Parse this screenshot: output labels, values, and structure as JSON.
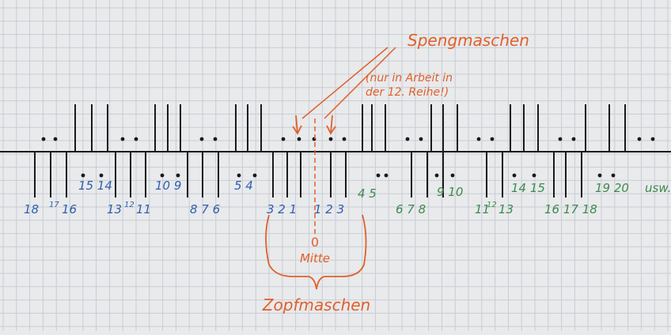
{
  "annotations": {
    "top_label": "Spengmaschen",
    "note_line1": "(nur in Arbeit in",
    "note_line2": "der 12. Reihe!)",
    "center_zero": "0",
    "center_label": "Mitte",
    "bottom_label": "Zopfmaschen"
  },
  "numbers": {
    "left": [
      {
        "text": "18",
        "color": "blue"
      },
      {
        "text": "17",
        "color": "blue",
        "small": true
      },
      {
        "text": "16",
        "color": "blue"
      },
      {
        "text": "15 14",
        "color": "blue"
      },
      {
        "text": "13",
        "color": "blue"
      },
      {
        "text": "12",
        "color": "blue",
        "small": true
      },
      {
        "text": "11",
        "color": "blue"
      },
      {
        "text": "10 9",
        "color": "blue"
      },
      {
        "text": "8 7 6",
        "color": "blue"
      },
      {
        "text": "5 4",
        "color": "blue"
      },
      {
        "text": "3 2 1",
        "color": "blue"
      }
    ],
    "right": [
      {
        "text": "1 2 3",
        "color": "blue"
      },
      {
        "text": "4 5",
        "color": "green"
      },
      {
        "text": "6 7 8",
        "color": "green"
      },
      {
        "text": "9 10",
        "color": "green"
      },
      {
        "text": "11",
        "color": "green"
      },
      {
        "text": "12",
        "color": "green",
        "small": true
      },
      {
        "text": "13",
        "color": "green"
      },
      {
        "text": "14 15",
        "color": "green"
      },
      {
        "text": "16 17 18",
        "color": "green"
      },
      {
        "text": "19 20",
        "color": "green"
      },
      {
        "text": "usw.",
        "color": "green"
      }
    ]
  },
  "colors": {
    "paper": "#e9eaec",
    "grid": "#c9ccd3",
    "ink": "#1a1a1a",
    "blue": "#2f5fb0",
    "green": "#3c8a50",
    "orange": "#e0602a"
  }
}
